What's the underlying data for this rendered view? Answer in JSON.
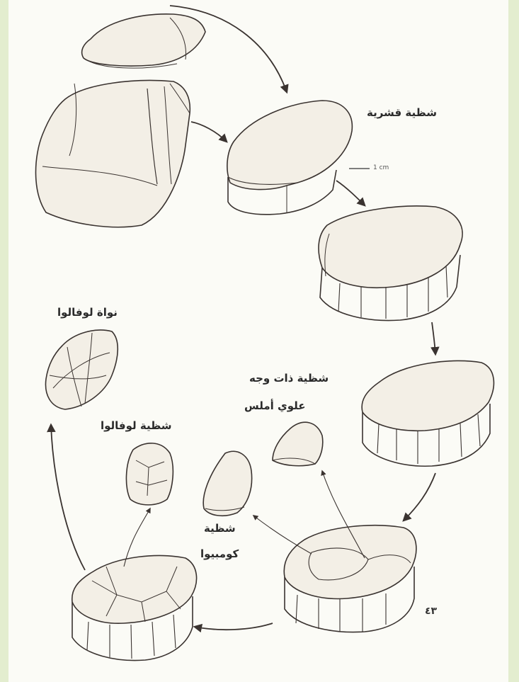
{
  "labels": {
    "cortical_flake": "شظية قشرية",
    "levallois_core": "نواة لوفالوا",
    "levallois_flake": "شظية لوفالوا",
    "smooth_face_flake_line1": "شظية ذات وجه",
    "smooth_face_flake_line2": "علوي أملس",
    "kombewa_flake_line1": "شظية",
    "kombewa_flake_line2": "كومبيوا"
  },
  "scale_text": "1 cm",
  "page_number": "٤٣",
  "colors": {
    "ink": "#3a3330",
    "paper": "#fbfbf6",
    "frame": "#e3edcf"
  }
}
